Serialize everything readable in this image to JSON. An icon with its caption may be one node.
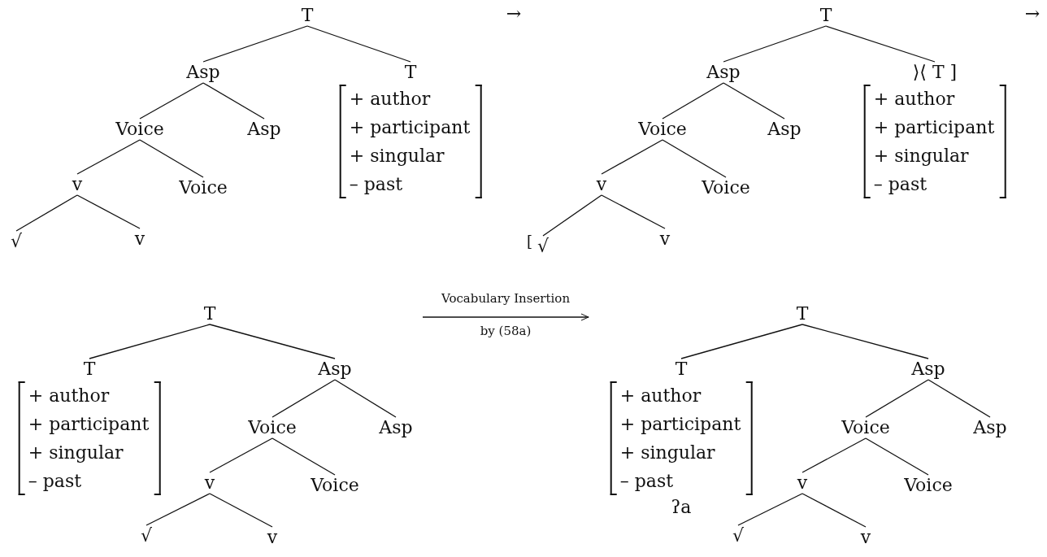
{
  "diagram": {
    "nodes": [
      {
        "text": [
          "T"
        ]
      },
      {
        "text": [
          "Asp"
        ]
      },
      {
        "text": [
          "T",
          "+ author",
          "+ participant",
          "+ singular",
          "– past"
        ]
      },
      {
        "text": [
          "Voice"
        ]
      },
      {
        "text": [
          "Asp"
        ]
      },
      {
        "text": [
          "v"
        ]
      },
      {
        "text": [
          "Voice"
        ]
      },
      {
        "text": [
          "√"
        ]
      },
      {
        "text": [
          "v"
        ]
      },
      {
        "text": [
          "T"
        ]
      },
      {
        "text": [
          "Asp"
        ]
      },
      {
        "text": [
          "⟩⟨ T ]",
          "+ author",
          "+ participant",
          "+ singular",
          "– past"
        ]
      },
      {
        "text": [
          "Voice"
        ]
      },
      {
        "text": [
          "Asp"
        ]
      },
      {
        "text": [
          "v"
        ]
      },
      {
        "text": [
          "Voice"
        ]
      },
      {
        "text": [
          "√"
        ],
        "beside": [
          "["
        ]
      },
      {
        "text": [
          "v"
        ]
      },
      {
        "text": [
          "T"
        ]
      },
      {
        "text": [
          "T",
          "+ author",
          "+ participant",
          "+ singular",
          "– past"
        ]
      },
      {
        "text": [
          "Asp"
        ]
      },
      {
        "text": [
          "Voice"
        ]
      },
      {
        "text": [
          "Asp"
        ]
      },
      {
        "text": [
          "v"
        ]
      },
      {
        "text": [
          "Voice"
        ]
      },
      {
        "text": [
          "√"
        ]
      },
      {
        "text": [
          "v"
        ]
      },
      {
        "text": [
          "T"
        ]
      },
      {
        "text": [
          "T",
          "+ author",
          "+ participant",
          "+ singular",
          "– past"
        ],
        "beside": [
          "ʔa"
        ]
      },
      {
        "text": [
          "Asp"
        ]
      },
      {
        "text": [
          "Voice"
        ]
      },
      {
        "text": [
          "Asp"
        ]
      },
      {
        "text": [
          "v"
        ]
      },
      {
        "text": [
          "Voice"
        ]
      },
      {
        "text": [
          "√"
        ]
      },
      {
        "text": [
          "v"
        ]
      }
    ],
    "edges": [
      {
        "from": 0,
        "to": 1,
        "arrow": "none"
      },
      {
        "from": 0,
        "to": 2,
        "arrow": "none"
      },
      {
        "from": 1,
        "to": 3,
        "arrow": "none"
      },
      {
        "from": 1,
        "to": 4,
        "arrow": "none"
      },
      {
        "from": 3,
        "to": 5,
        "arrow": "none"
      },
      {
        "from": 3,
        "to": 6,
        "arrow": "none"
      },
      {
        "from": 5,
        "to": 7,
        "arrow": "none"
      },
      {
        "from": 5,
        "to": 8,
        "arrow": "none"
      },
      {
        "from": 9,
        "to": 10,
        "arrow": "none"
      },
      {
        "from": 9,
        "to": 11,
        "arrow": "none"
      },
      {
        "from": 10,
        "to": 12,
        "arrow": "none"
      },
      {
        "from": 10,
        "to": 13,
        "arrow": "none"
      },
      {
        "from": 12,
        "to": 14,
        "arrow": "none"
      },
      {
        "from": 12,
        "to": 15,
        "arrow": "none"
      },
      {
        "from": 14,
        "to": 16,
        "arrow": "none"
      },
      {
        "from": 14,
        "to": 17,
        "arrow": "none"
      },
      {
        "from": 18,
        "to": 19,
        "arrow": "none"
      },
      {
        "from": 18,
        "to": 20,
        "arrow": "none"
      },
      {
        "from": 20,
        "to": 21,
        "arrow": "none"
      },
      {
        "from": 20,
        "to": 22,
        "arrow": "none"
      },
      {
        "from": 21,
        "to": 23,
        "arrow": "none"
      },
      {
        "from": 21,
        "to": 24,
        "arrow": "none"
      },
      {
        "from": 23,
        "to": 25,
        "arrow": "none"
      },
      {
        "from": 23,
        "to": 26,
        "arrow": "none"
      },
      {
        "from": 27,
        "to": 28,
        "arrow": "none"
      },
      {
        "from": 27,
        "to": 29,
        "arrow": "none"
      },
      {
        "from": 29,
        "to": 30,
        "arrow": "none"
      },
      {
        "from": 29,
        "to": 31,
        "arrow": "none"
      },
      {
        "from": 30,
        "to": 32,
        "arrow": "none"
      },
      {
        "from": 30,
        "to": 33,
        "arrow": "none"
      },
      {
        "from": 32,
        "to": 34,
        "arrow": "none"
      },
      {
        "from": 32,
        "to": 35,
        "arrow": "none"
      }
    ],
    "labels": [
      "→",
      "→",
      "Vocabulary Insertion",
      "by (58a)"
    ]
  }
}
